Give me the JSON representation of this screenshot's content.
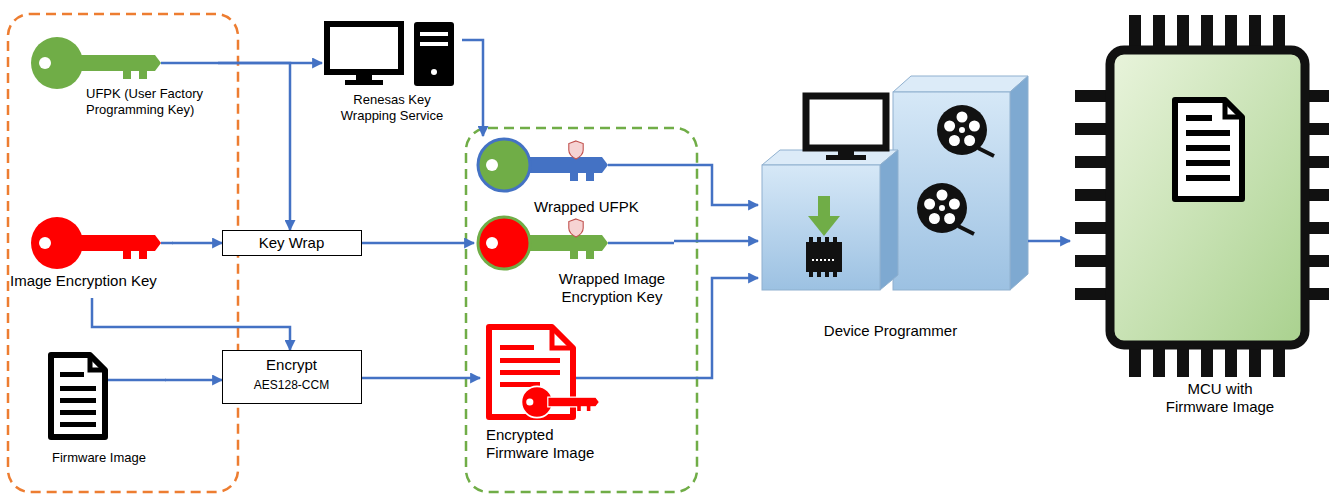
{
  "diagram": {
    "nodes": [
      {
        "text": [
          "UFPK (User Factory Programming Key)"
        ]
      },
      {
        "text": [
          "Renesas Key Wrapping Service"
        ]
      },
      {
        "text": [
          "Image Encryption Key"
        ]
      },
      {
        "text": [
          "Key Wrap"
        ]
      },
      {
        "text": [
          "Firmware Image"
        ]
      },
      {
        "text": [
          "Encrypt",
          "AES128-CCM"
        ]
      },
      {
        "text": [
          "Wrapped UFPK"
        ]
      },
      {
        "text": [
          "Wrapped Image Encryption Key"
        ]
      },
      {
        "text": [
          "Encrypted Firmware Image"
        ]
      },
      {
        "text": [
          "Device Programmer"
        ]
      },
      {
        "text": [
          "MCU with Firmware Image"
        ]
      }
    ],
    "edges": [
      {
        "from": 0,
        "to": 1,
        "arrow": "to"
      },
      {
        "from": 0,
        "to": 3,
        "arrow": "to"
      },
      {
        "from": 1,
        "to": 6,
        "arrow": "to"
      },
      {
        "from": 2,
        "to": 3,
        "arrow": "to"
      },
      {
        "from": 2,
        "to": 5,
        "arrow": "to"
      },
      {
        "from": 3,
        "to": 7,
        "arrow": "to"
      },
      {
        "from": 4,
        "to": 5,
        "arrow": "to"
      },
      {
        "from": 5,
        "to": 8,
        "arrow": "to"
      },
      {
        "from": 6,
        "to": 9,
        "arrow": "to"
      },
      {
        "from": 7,
        "to": 9,
        "arrow": "to"
      },
      {
        "from": 8,
        "to": 9,
        "arrow": "to"
      },
      {
        "from": 9,
        "to": 10,
        "arrow": "to"
      }
    ]
  }
}
